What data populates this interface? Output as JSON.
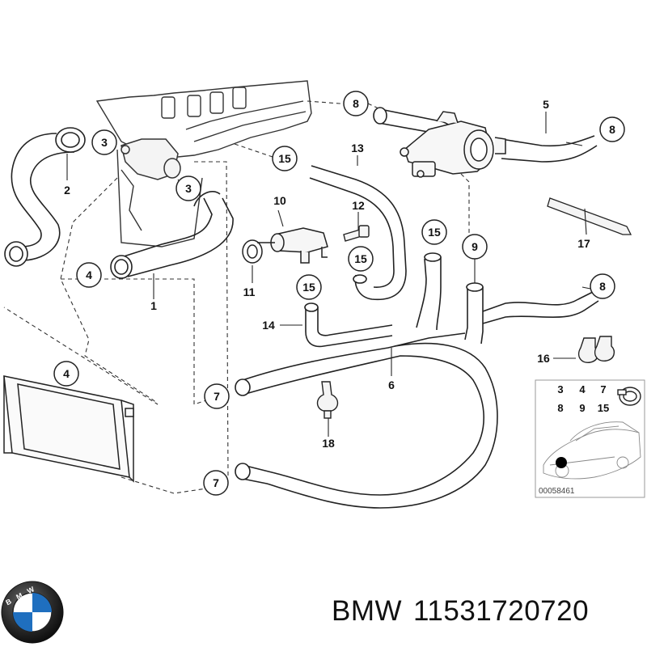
{
  "diagram": {
    "callouts": {
      "c1": "1",
      "c2": "2",
      "c3a": "3",
      "c3b": "3",
      "c4a": "4",
      "c4b": "4",
      "c5": "5",
      "c6": "6",
      "c7a": "7",
      "c7b": "7",
      "c8a": "8",
      "c8b": "8",
      "c8c": "8",
      "c9": "9",
      "c10": "10",
      "c11": "11",
      "c12": "12",
      "c13": "13",
      "c14": "14",
      "c15a": "15",
      "c15b": "15",
      "c15c": "15",
      "c15d": "15",
      "c16": "16",
      "c17": "17",
      "c18": "18"
    },
    "key_grid": [
      "3",
      "4",
      "7",
      "8",
      "9",
      "15"
    ],
    "diagram_id": "00058461"
  },
  "logo": {
    "letters": "BMW"
  },
  "caption": {
    "brand": "BMW",
    "part_number": "11531720720"
  }
}
